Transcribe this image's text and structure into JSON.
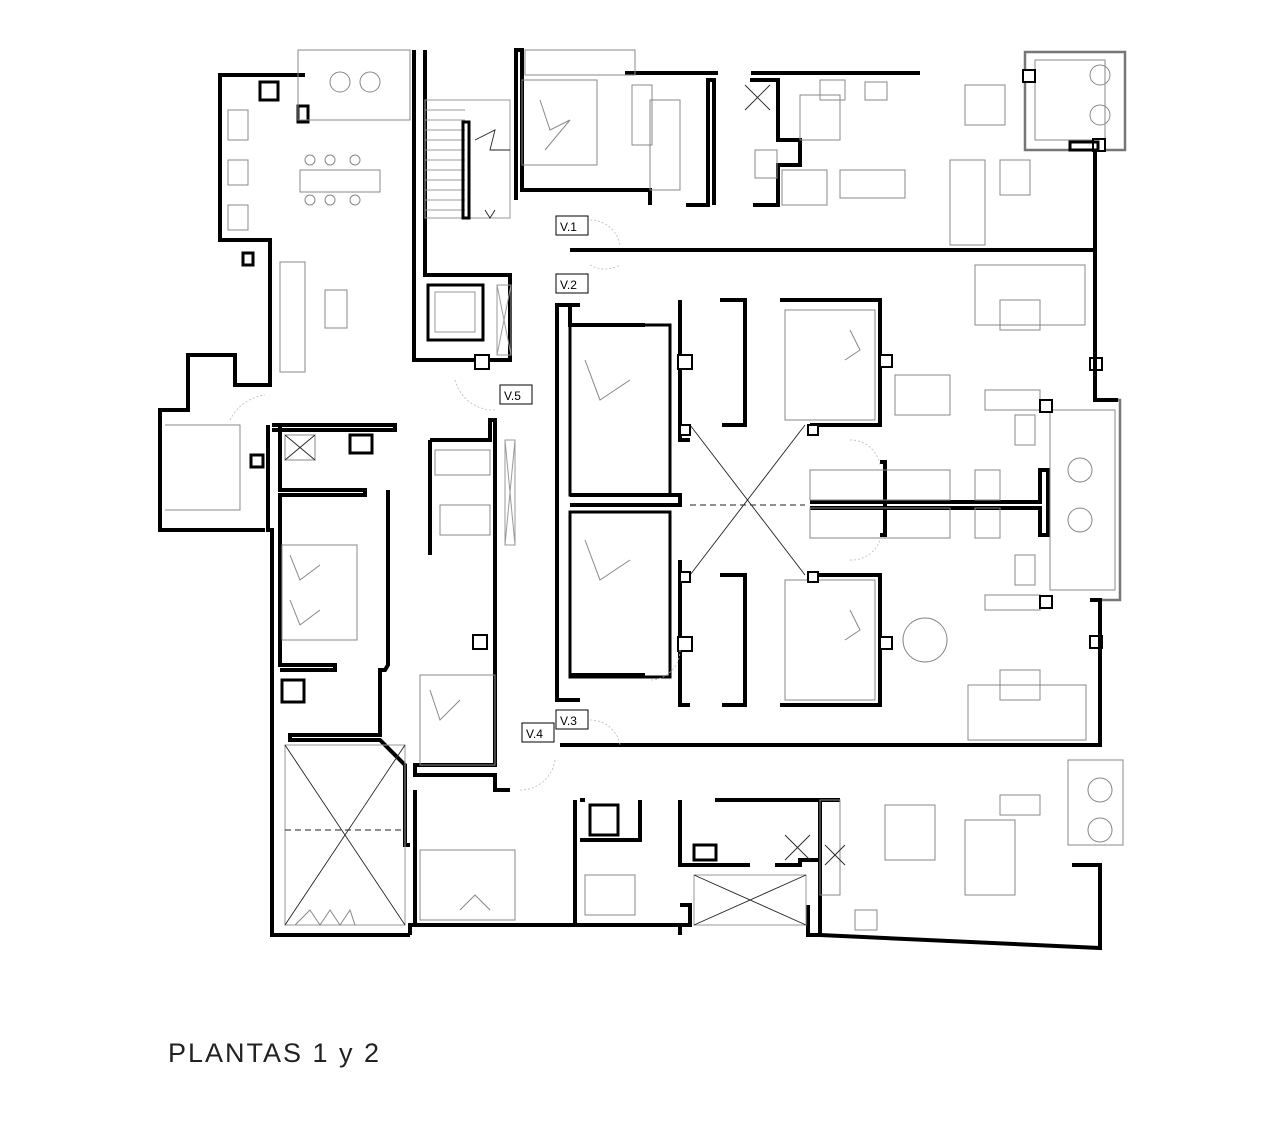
{
  "title": "PLANTAS 1 y 2",
  "tags": {
    "v1": "V.1",
    "v2": "V.2",
    "v3": "V.3",
    "v4": "V.4",
    "v5": "V.5"
  }
}
